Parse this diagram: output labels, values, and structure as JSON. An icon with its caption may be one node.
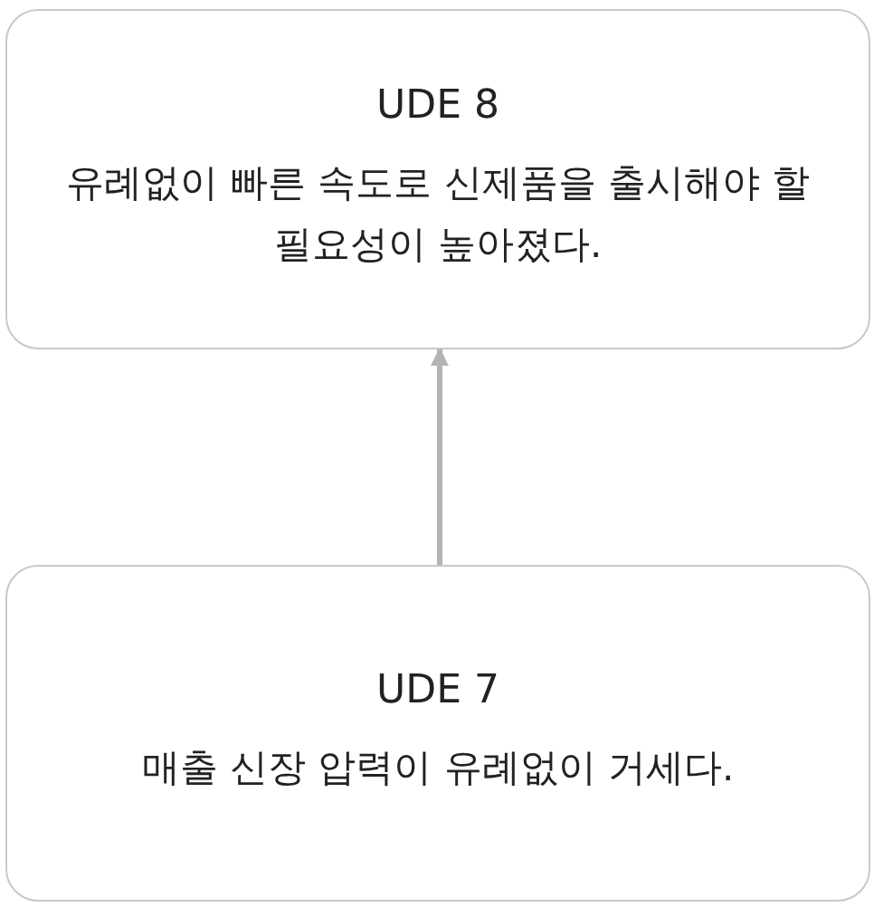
{
  "diagram": {
    "nodes": [
      {
        "text": [
          "UDE 8",
          "유례없이 빠른 속도로 신제품을 출시해야 할 필요성이 높아졌다."
        ]
      },
      {
        "text": [
          "UDE 7",
          "매출 신장 압력이 유례없이 거세다."
        ]
      }
    ],
    "edges": [
      {
        "from": 1,
        "to": 0,
        "arrow": "to"
      }
    ]
  }
}
